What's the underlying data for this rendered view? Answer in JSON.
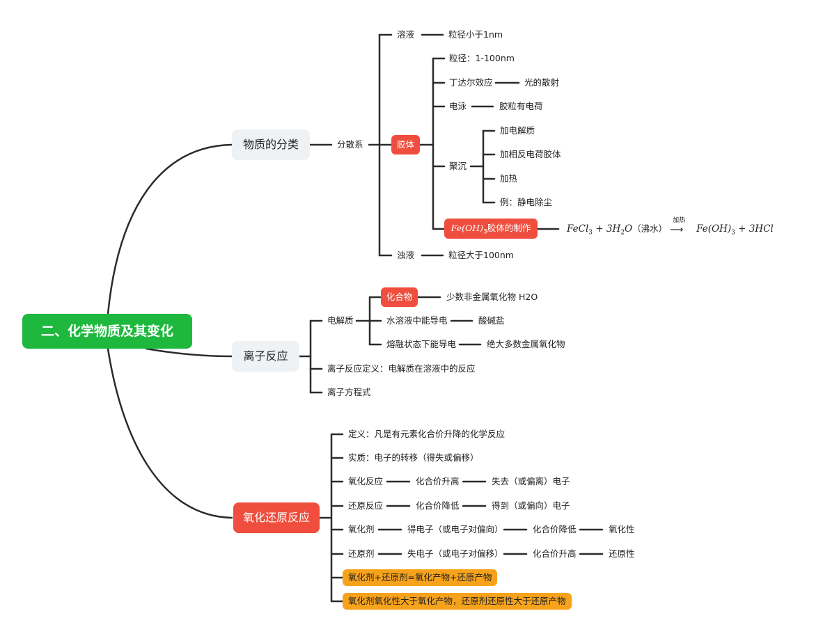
{
  "root": "二、化学物质及其变化",
  "b1": {
    "title": "物质的分类",
    "fenshan": "分散系",
    "rongye": "溶液",
    "rongye_d": "粒径小于1nm",
    "jiaoti": "胶体",
    "lijing": "粒径：1-100nm",
    "dingdaer": "丁达尔效应",
    "dingdaer_d": "光的散射",
    "dianyong": "电泳",
    "dianyong_d": "胶粒有电荷",
    "jucheng": "聚沉",
    "jucheng_items": [
      "加电解质",
      "加相反电荷胶体",
      "加热",
      "例：静电除尘"
    ],
    "feoh_math": "Fe(OH)",
    "feoh_sub": "3",
    "feoh_text": "胶体的制作",
    "formula": {
      "p1": "FeCl",
      "p1_sub": "3",
      "p2": " + 3H",
      "p2_sub": "2",
      "p3": "O",
      "p4": "（沸水）",
      "arrow_label": "加热",
      "p5": "Fe(OH)",
      "p5_sub": "3",
      "p6": " + 3HCl"
    },
    "zhuoye": "浊液",
    "zhuoye_d": "粒径大于100nm"
  },
  "b2": {
    "title": "离子反应",
    "dianjiezhi": "电解质",
    "huahewu": "化合物",
    "huahewu_d": "少数非金属氧化物 H2O",
    "shuirong": "水溶液中能导电",
    "shuirong_d": "酸碱盐",
    "rongrong": "熔融状态下能导电",
    "rongrong_d": "绝大多数金属氧化物",
    "def": "离子反应定义：电解质在溶液中的反应",
    "eq": "离子方程式"
  },
  "b3": {
    "title": "氧化还原反应",
    "def": "定义：凡是有元素化合价升降的化学反应",
    "essence": "实质：电子的转移（得失或偏移）",
    "ox": [
      "氧化反应",
      "化合价升高",
      "失去（或偏离）电子"
    ],
    "red": [
      "还原反应",
      "化合价降低",
      "得到（或偏向）电子"
    ],
    "oxagent": [
      "氧化剂",
      "得电子（或电子对偏向）",
      "化合价降低",
      "氧化性"
    ],
    "redagent": [
      "还原剂",
      "失电子（或电子对偏移）",
      "化合价升高",
      "还原性"
    ],
    "o1": "氧化剂+还原剂=氧化产物+还原产物",
    "o2": "氧化剂氧化性大于氧化产物，还原剂还原性大于还原产物"
  },
  "colors": {
    "root": "#1db83d",
    "highlight_red": "#ef4e3e",
    "highlight_orange": "#f7a21b",
    "category_bg": "#eef2f5",
    "line": "#2b2b2b"
  }
}
